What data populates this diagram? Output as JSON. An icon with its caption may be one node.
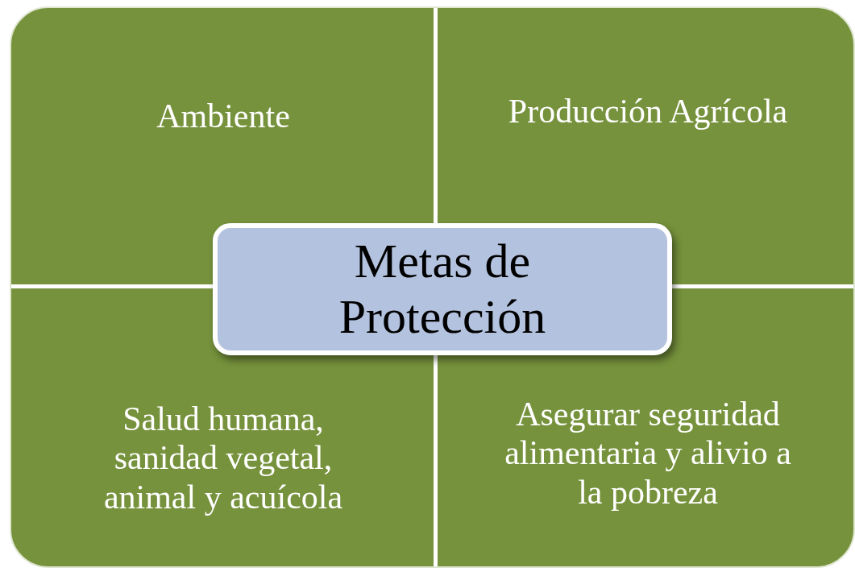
{
  "diagram": {
    "nodes": [
      {
        "text": [
          "Ambiente"
        ]
      },
      {
        "text": [
          "Producción Agrícola"
        ]
      },
      {
        "text": [
          "Metas de Protección"
        ]
      },
      {
        "text": [
          "Salud humana, sanidad vegetal, animal y acuícola"
        ]
      },
      {
        "text": [
          "Asegurar seguridad alimentaria y alivio a la pobreza"
        ]
      }
    ]
  }
}
